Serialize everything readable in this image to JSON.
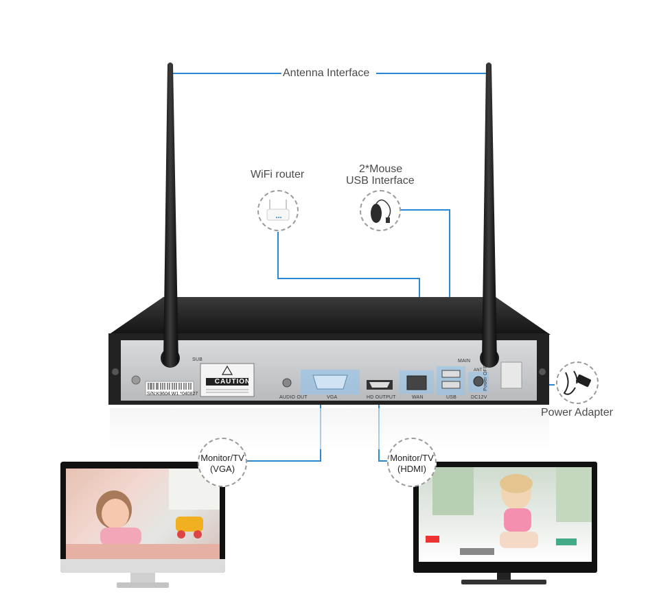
{
  "labels": {
    "antenna": "Antenna Interface",
    "router": "WiFi router",
    "mouse_line1": "2*Mouse",
    "mouse_line2": "USB Interface",
    "power": "Power Adapter",
    "vga_line1": "Monitor/TV",
    "vga_line2": "(VGA)",
    "hdmi_line1": "Monitor/TV",
    "hdmi_line2": "(HDMI)"
  },
  "device": {
    "caution": "CAUTION",
    "serial": "S/N:K9604 W1 *040827",
    "sub": "SUB",
    "main": "MAIN",
    "ports": {
      "audio_out": "AUDIO OUT",
      "vga": "VGA",
      "hd_output": "HD OUTPUT",
      "wan": "WAN",
      "usb": "USB",
      "dc12v": "DC12V",
      "power_off": "Power OFF",
      "ant": "ANT"
    }
  },
  "colors": {
    "line": "#2a86d6",
    "port_highlight": "#8ec3ef"
  }
}
